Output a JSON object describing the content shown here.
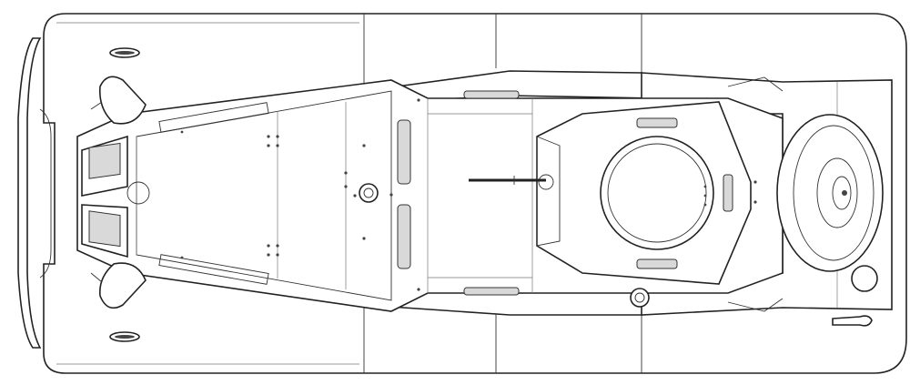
{
  "drawing": {
    "kind": "technical line drawing",
    "view": "top",
    "subject": "armored car",
    "colors": {
      "line": "#222222",
      "shade": "#d9d9d9",
      "background": "#ffffff"
    }
  }
}
